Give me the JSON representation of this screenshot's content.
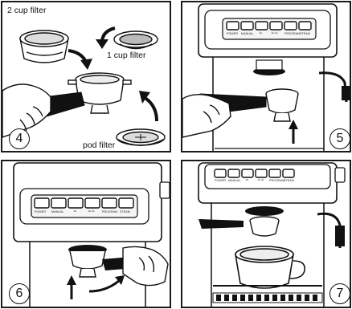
{
  "panels": [
    {
      "step": "4",
      "labels": {
        "two_cup": "2 cup filter",
        "one_cup": "1 cup filter",
        "pod": "pod filter"
      }
    },
    {
      "step": "5",
      "buttons": [
        "POWER",
        "MANUAL",
        "PROGRAM",
        "STEAM"
      ],
      "cup_symbols": [
        "☕",
        "☕☕"
      ]
    },
    {
      "step": "6",
      "buttons": [
        "POWER",
        "MANUAL",
        "PROGRAM",
        "STEAM"
      ],
      "cup_symbols": [
        "☕",
        "☕☕"
      ]
    },
    {
      "step": "7",
      "buttons": [
        "POWER",
        "MANUAL",
        "PROGRAM",
        "STEAM"
      ],
      "cup_symbols": [
        "☕",
        "☕☕"
      ]
    }
  ]
}
